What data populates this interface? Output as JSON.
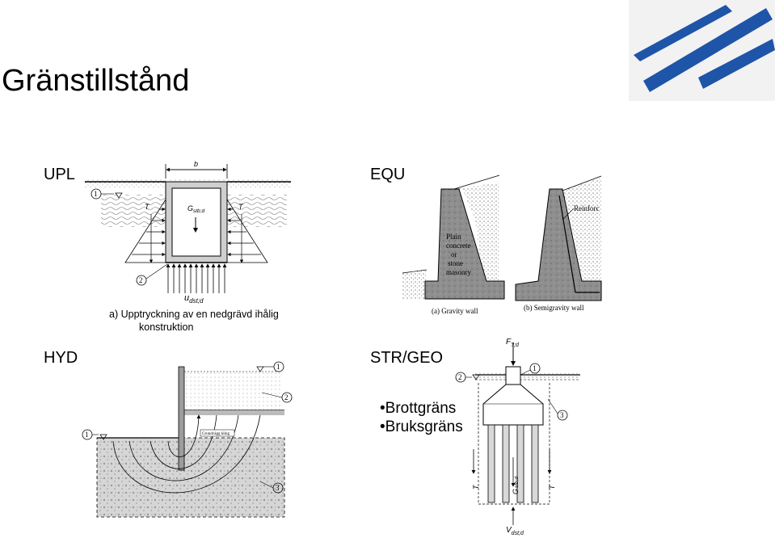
{
  "slide": {
    "title": "Gränstillstånd",
    "colors": {
      "logo_blue": "#1f55a8",
      "concrete_gray": "#8f8f8f",
      "hatch": "#777777"
    }
  },
  "upl": {
    "heading": "UPL",
    "caption_line1": "a) Upptryckning av en nedgrävd ihålig",
    "caption_line2": "konstruktion",
    "label_b": "b",
    "label_td_left": "T",
    "label_td_right": "T",
    "label_g": "G",
    "label_g_sub": "stb;d",
    "label_u": "u",
    "label_u_sub": "dst;d",
    "marker_1": "1",
    "marker_2": "2"
  },
  "equ": {
    "heading": "EQU",
    "gravity_text": [
      "Plain",
      "concrete",
      "or",
      "stone",
      "masonry"
    ],
    "gravity_caption": "(a) Gravity wall",
    "semigravity_caption": "(b) Semigravity wall",
    "reinforce_label": "Reinforc"
  },
  "hyd": {
    "heading": "HYD",
    "marker_1a": "1",
    "marker_1b": "1",
    "marker_2": "2",
    "marker_3": "3",
    "tag": "Grundvägg kling"
  },
  "strgeo": {
    "heading": "STR/GEO",
    "bullets": [
      "•Brottgräns",
      "•Bruksgräns"
    ],
    "label_f": "F",
    "label_f_sub": "?;d",
    "label_g": "G",
    "label_g_sub": "stb;d",
    "label_td_left": "T",
    "label_td_right": "T",
    "label_v": "V",
    "label_v_sub": "dst;d",
    "marker_1": "1",
    "marker_2": "2",
    "marker_3": "3"
  }
}
